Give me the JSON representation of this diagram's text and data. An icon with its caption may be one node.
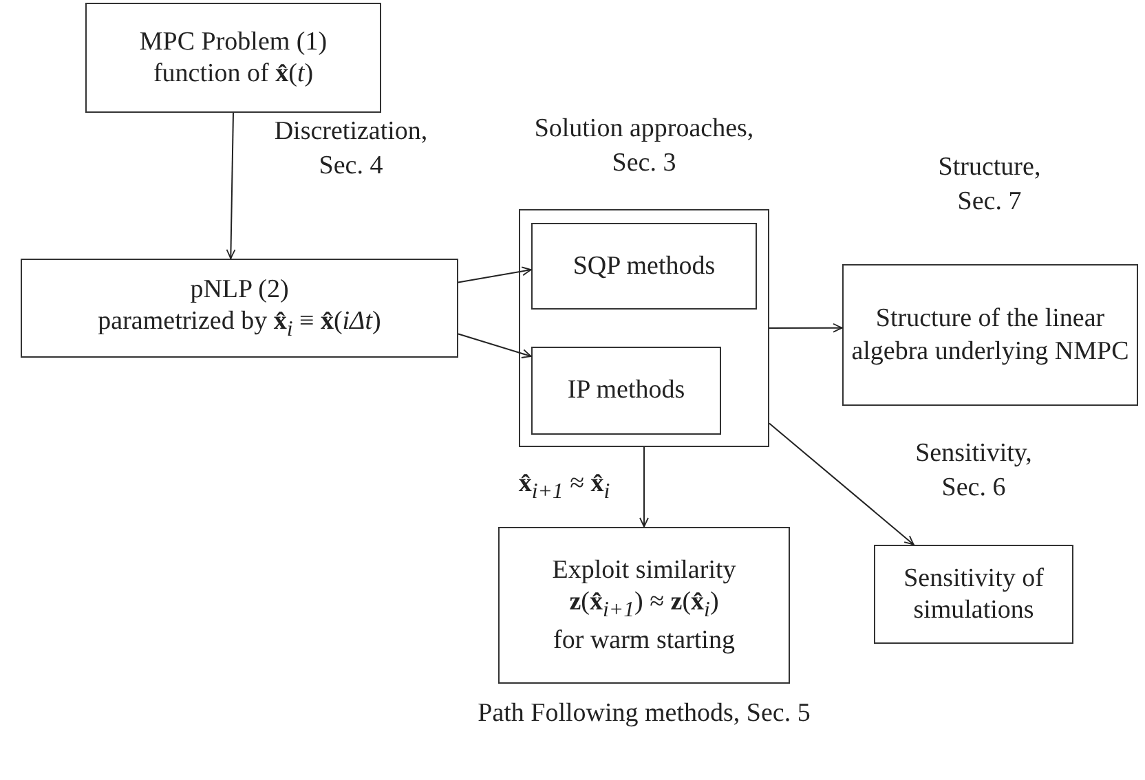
{
  "diagram": {
    "nodes": [
      {
        "text": [
          "MPC Problem (1)",
          "function of **x̂**(*t*)"
        ]
      },
      {
        "text": [
          "pNLP (2)",
          "parametrized by **x̂**$_{i}$ ≡ **x̂**(*iΔt*)"
        ]
      },
      {
        "text": [
          "Solution approaches, Sec. 3"
        ]
      },
      {
        "text": [
          "SQP methods"
        ],
        "in": 2
      },
      {
        "text": [
          "IP methods"
        ],
        "in": 2
      },
      {
        "text": [
          "Structure of the linear algebra underlying NMPC"
        ],
        "beside": [
          "Structure, Sec. 7"
        ]
      },
      {
        "text": [
          "Exploit similarity",
          "**z**(**x̂**$_{i+1}$) ≈ **z**(**x̂**$_{i}$)",
          "for warm starting"
        ],
        "beside": [
          "Path Following methods, Sec. 5"
        ]
      },
      {
        "text": [
          "Sensitivity of simulations"
        ],
        "beside": [
          "Sensitivity, Sec. 6"
        ]
      }
    ],
    "edges": [
      {
        "from": 0,
        "to": 1,
        "arrow": "to",
        "label": "Discretization, Sec. 4"
      },
      {
        "from": 1,
        "to": 3,
        "arrow": "to"
      },
      {
        "from": 1,
        "to": 4,
        "arrow": "to"
      },
      {
        "from": 2,
        "to": 5,
        "arrow": "to"
      },
      {
        "from": 2,
        "to": 6,
        "arrow": "to",
        "label": "**x̂**$_{i+1}$ ≈ **x̂**$_{i}$"
      },
      {
        "from": 2,
        "to": 7,
        "arrow": "to"
      }
    ]
  }
}
